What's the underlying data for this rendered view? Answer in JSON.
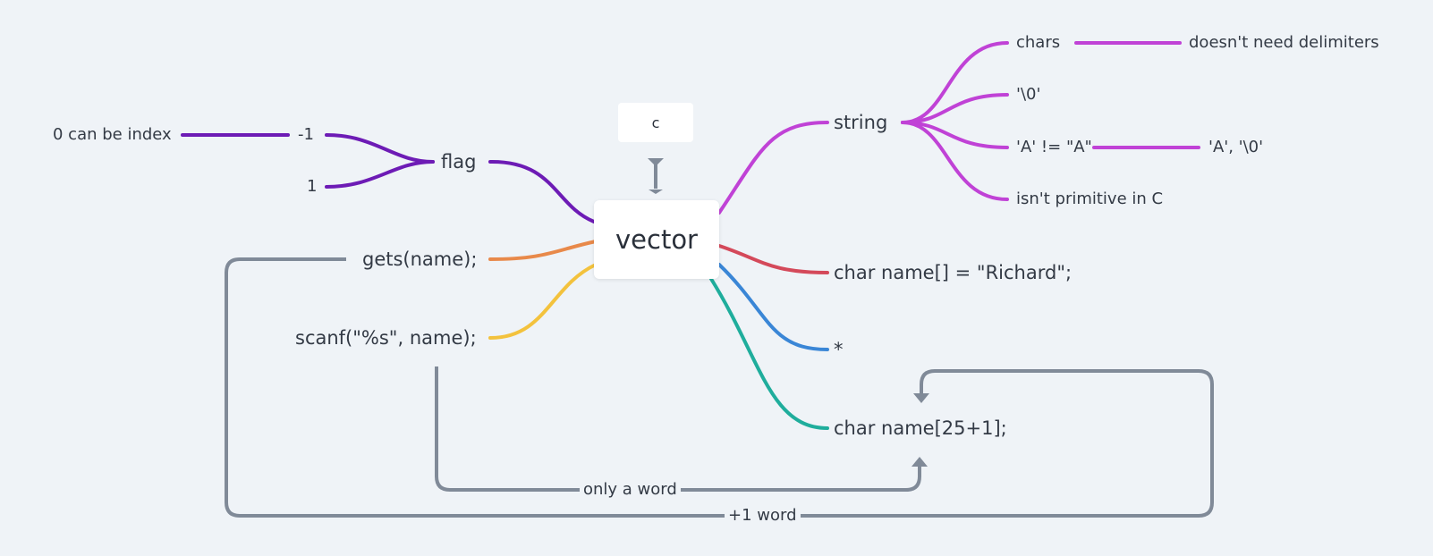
{
  "central": {
    "label": "vector"
  },
  "callout": {
    "label": "c"
  },
  "colors": {
    "flag": "#6d1bb5",
    "string": "#c042d6",
    "gets": "#e8894a",
    "scanf": "#f3c23d",
    "char_init": "#d4495a",
    "pointer": "#3a86d6",
    "char_size": "#1fad9c",
    "relationship": "#808a98"
  },
  "left": {
    "flag": {
      "label": "flag",
      "children": [
        {
          "label": "-1",
          "note": "0 can be index"
        },
        {
          "label": "1"
        }
      ]
    },
    "gets": {
      "label": "gets(name);"
    },
    "scanf": {
      "label": "scanf(\"%s\", name);"
    }
  },
  "right": {
    "string": {
      "label": "string",
      "children": [
        {
          "label": "chars",
          "note": "doesn't need delimiters"
        },
        {
          "label": "'\\0'"
        },
        {
          "label": "'A' != \"A\"",
          "note": "'A', '\\0'"
        },
        {
          "label": "isn't primitive in C"
        }
      ]
    },
    "char_init": {
      "label": "char name[] = \"Richard\";"
    },
    "pointer": {
      "label": "*"
    },
    "char_size": {
      "label": "char name[25+1];"
    }
  },
  "relationships": {
    "only_word": "only a word",
    "plus_word": "+1 word"
  }
}
